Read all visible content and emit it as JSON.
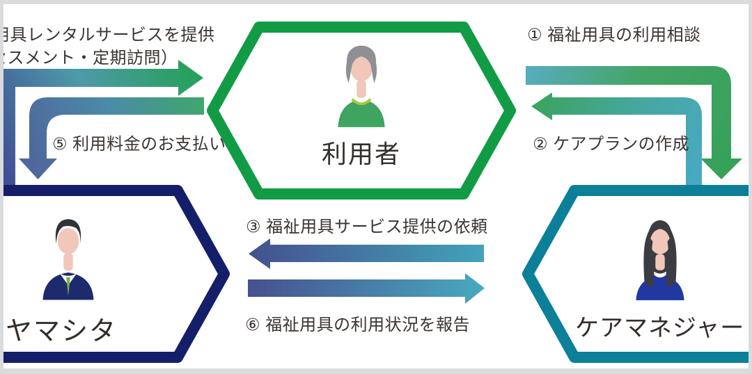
{
  "frame": {
    "border_color": "#dadbdd",
    "background": "#ffffff"
  },
  "entities": {
    "user": {
      "label": "利用者",
      "color": "#129b45",
      "avatar": "elderly-person-icon"
    },
    "yamashita": {
      "label": "ヤマシタ",
      "color": "#151f69",
      "avatar": "businessman-icon"
    },
    "care_manager": {
      "label": "ケアマネジャー",
      "color": "#0c7f99",
      "avatar": "woman-icon"
    }
  },
  "flows": {
    "f1": {
      "label": "① 福祉用具の利用相談",
      "from": "user",
      "to": "care_manager",
      "path": "right-then-down",
      "color_start": "#57adbe",
      "color_end": "#35a158"
    },
    "f2": {
      "label": "② ケアプランの作成",
      "from": "care_manager",
      "to": "user",
      "path": "up-then-left",
      "color_start": "#49a9c4",
      "color_end": "#3ca463"
    },
    "f3": {
      "label": "③ 福祉用具サービス提供の依頼",
      "from": "care_manager",
      "to": "yamashita",
      "path": "left",
      "color_start": "#42a3b9",
      "color_end": "#44508f"
    },
    "f4": {
      "label_line1": "用具レンタルサービスを提供",
      "label_line2": "セスメント・定期訪問）",
      "from": "yamashita",
      "to": "user",
      "path": "up-then-right",
      "color_start": "#414f96",
      "color_end": "#23a156"
    },
    "f5": {
      "label": "⑤ 利用料金のお支払い",
      "from": "user",
      "to": "yamashita",
      "path": "left-then-down",
      "color_start": "#3fa869",
      "color_end": "#4f679d"
    },
    "f6": {
      "label": "⑥ 福祉用具の利用状況を報告",
      "from": "yamashita",
      "to": "care_manager",
      "path": "right",
      "color_start": "#47508f",
      "color_end": "#47aabf"
    }
  }
}
